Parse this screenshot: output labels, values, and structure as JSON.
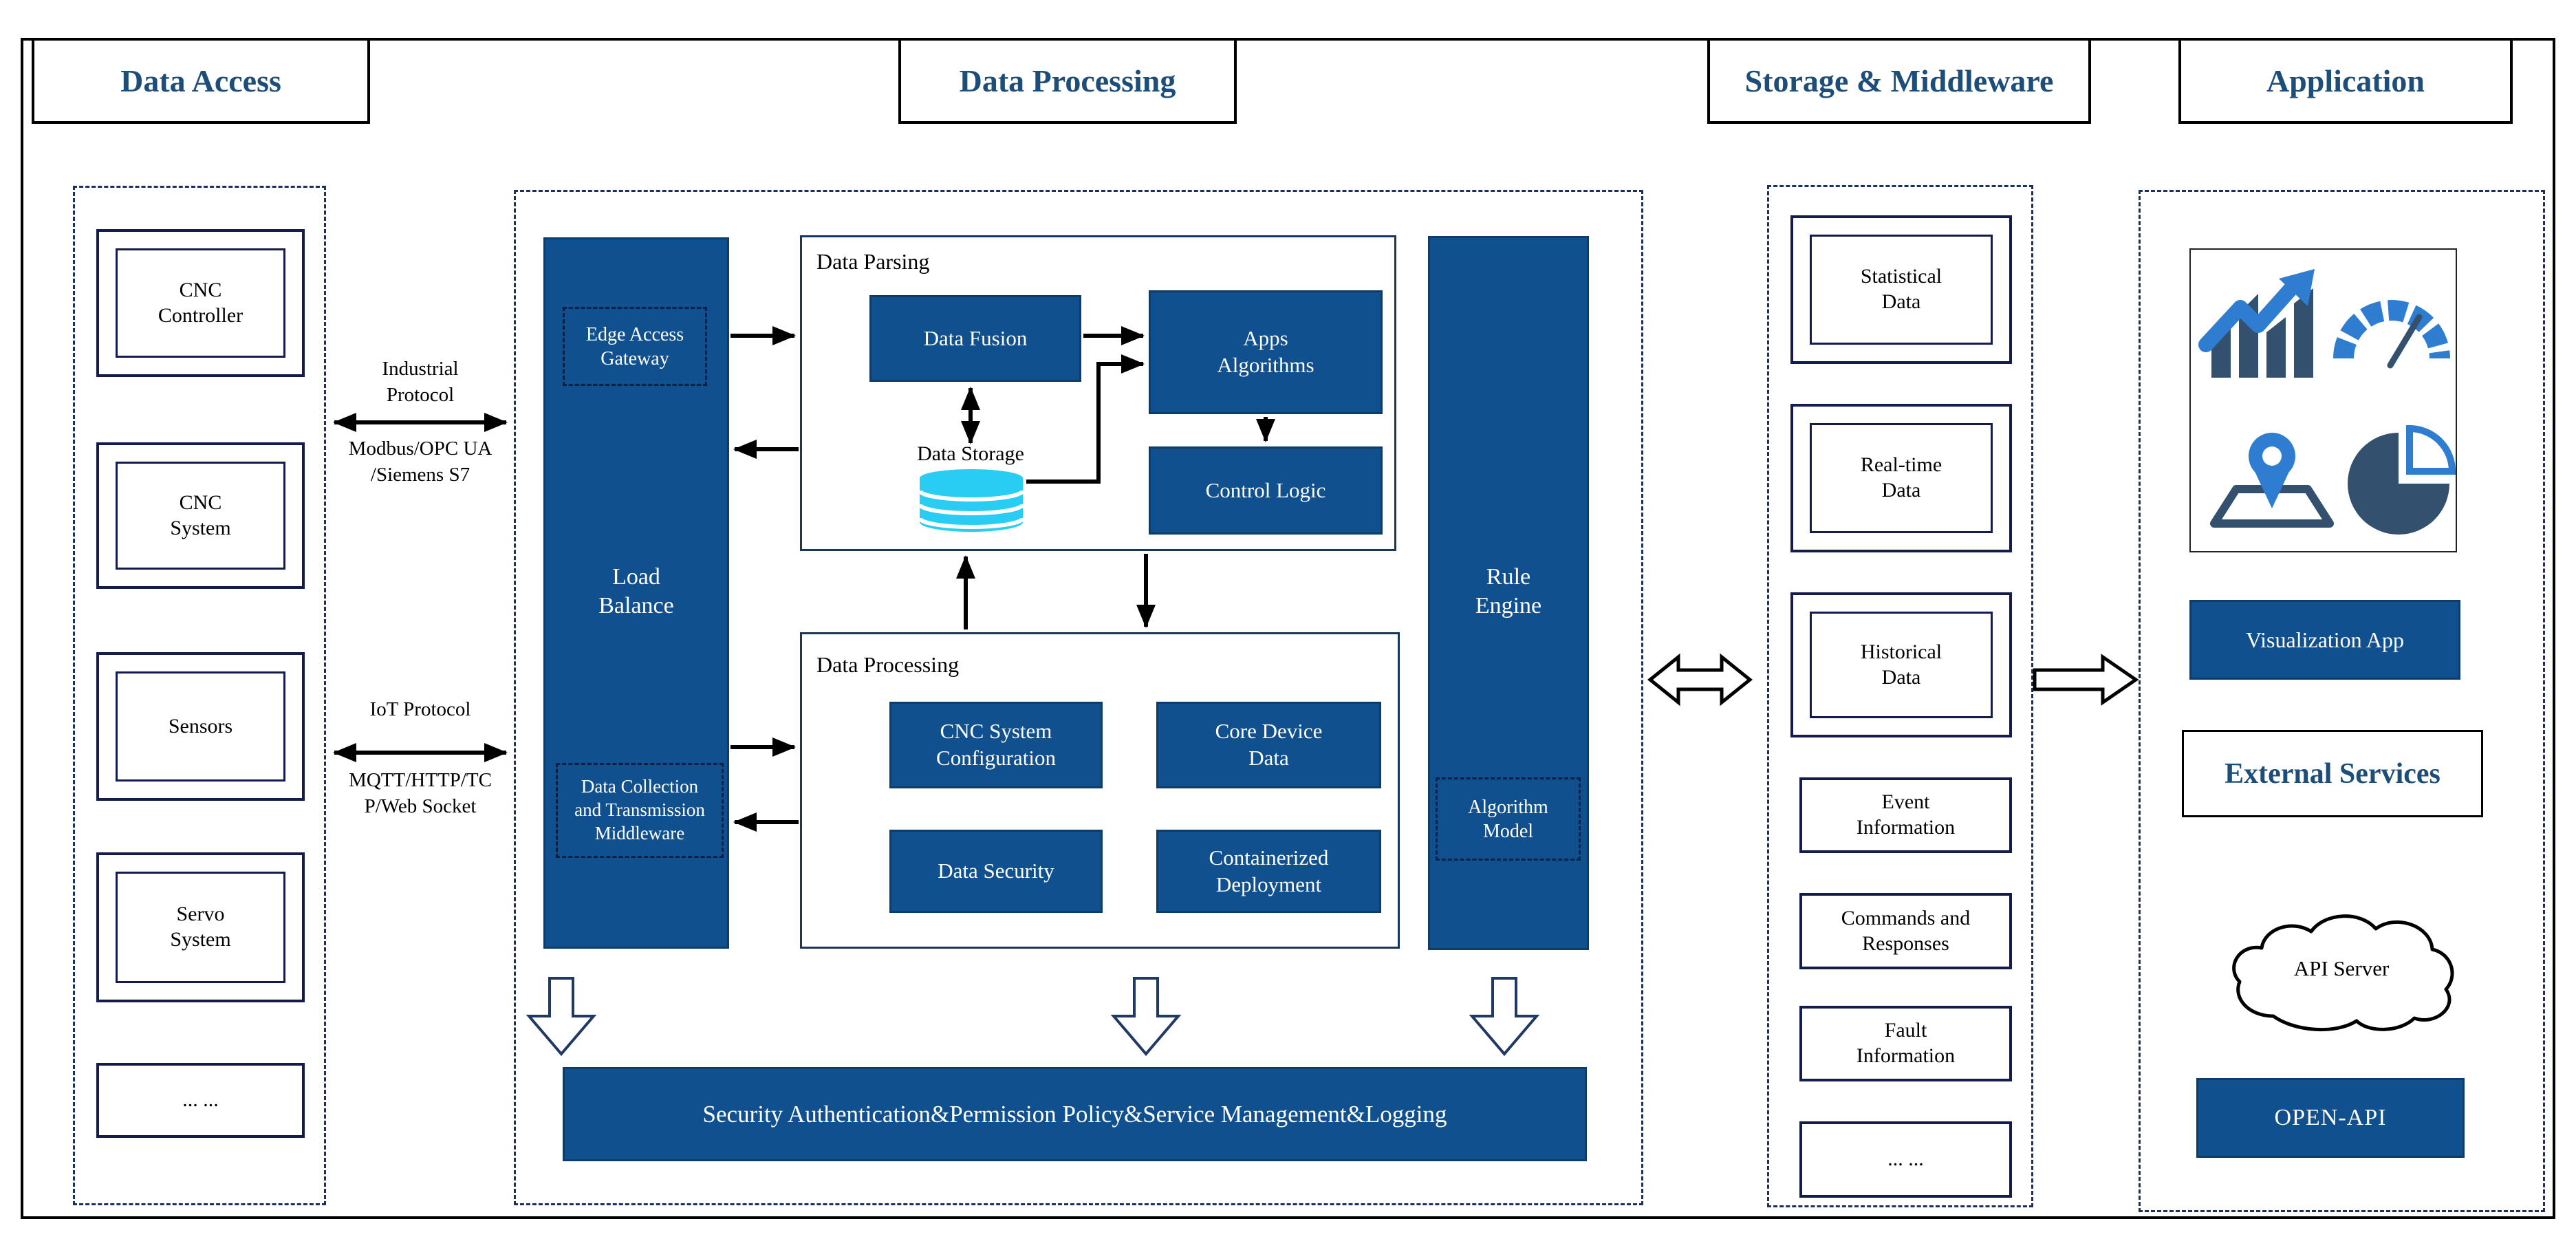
{
  "colors": {
    "primary_blue": "#11508F",
    "blue_border": "#0D3B6A",
    "navy_dash": "#1C2F5E",
    "box_border_navy": "#141B4D",
    "header_text": "#1D4E79",
    "cylinder_cyan": "#29CCF2",
    "icon_light_blue": "#2E7DD1",
    "icon_dark_slate": "#33516F",
    "line_black": "#000000"
  },
  "headers": {
    "data_access": "Data Access",
    "data_processing": "Data Processing",
    "storage_middleware": "Storage & Middleware",
    "application": "Application"
  },
  "data_access": {
    "devices": [
      "CNC\nController",
      "CNC\nSystem",
      "Sensors",
      "Servo\nSystem",
      "... ..."
    ]
  },
  "protocols": {
    "industrial_title": "Industrial\nProtocol",
    "industrial_detail": "Modbus/OPC UA\n/Siemens S7",
    "iot_title": "IoT Protocol",
    "iot_detail": "MQTT/HTTP/TC\nP/Web Socket"
  },
  "processing": {
    "load_balance": "Load\nBalance",
    "edge_gateway": "Edge Access\nGateway",
    "middleware": "Data Collection\nand Transmission\nMiddleware",
    "parsing_title": "Data Parsing",
    "data_fusion": "Data Fusion",
    "apps_algorithms": "Apps\nAlgorithms",
    "data_storage_label": "Data Storage",
    "control_logic": "Control Logic",
    "processing_title": "Data Processing",
    "cnc_system_configuration": "CNC System\nConfiguration",
    "core_device_data": "Core Device\nData",
    "data_security": "Data Security",
    "containerized_deployment": "Containerized\nDeployment",
    "rule_engine": "Rule\nEngine",
    "algorithm_model": "Algorithm\nModel",
    "security_bar": "Security Authentication&Permission Policy&Service Management&Logging"
  },
  "storage": {
    "items": [
      "Statistical\nData",
      "Real-time\nData",
      "Historical\nData",
      "Event\nInformation",
      "Commands and\nResponses",
      "Fault\nInformation",
      "... ..."
    ]
  },
  "application": {
    "visualization_app": "Visualization App",
    "external_services": "External Services",
    "api_server": "API Server",
    "open_api": "OPEN-API",
    "icons": [
      "trend-chart-icon",
      "gauge-icon",
      "map-pin-icon",
      "pie-chart-icon"
    ]
  }
}
